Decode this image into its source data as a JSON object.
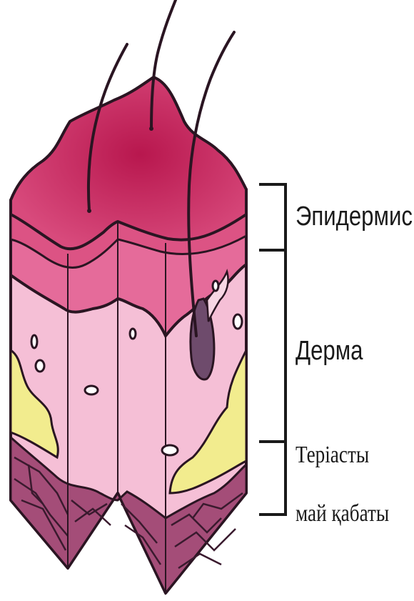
{
  "labels": {
    "epidermis": "Эпидермис",
    "dermis": "Дерма",
    "hypodermis_line1": "Теріасты",
    "hypodermis_line2": "май қабаты"
  },
  "colors": {
    "epidermis_top": "#c21f55",
    "epidermis_light": "#dc5384",
    "basal_layer": "#e56b9a",
    "dermis": "#f5bfd6",
    "fat": "#f2ec8e",
    "hypodermis": "#a44d78",
    "outline": "#2a1522",
    "hair_follicle": "#6e4b6c"
  }
}
